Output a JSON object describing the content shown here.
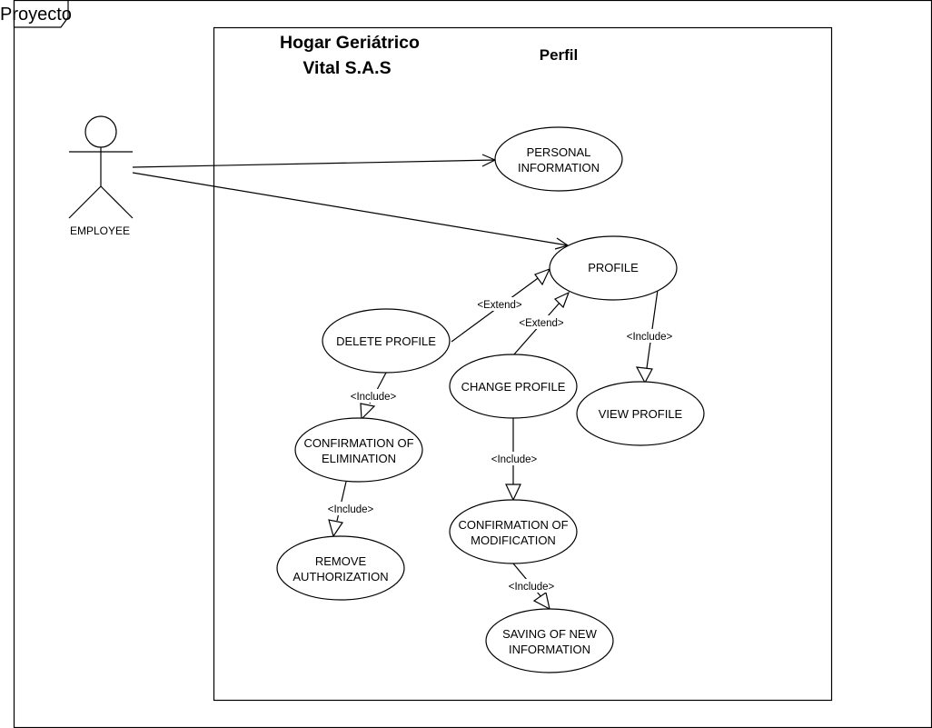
{
  "frame": {
    "label": "Proyecto"
  },
  "system": {
    "title_line1": "Hogar Geriátrico",
    "title_line2": "Vital S.A.S",
    "subtitle": "Perfil"
  },
  "actor": {
    "name": "EMPLOYEE"
  },
  "use_cases": {
    "personal_information": [
      "PERSONAL",
      "INFORMATION"
    ],
    "profile": [
      "PROFILE"
    ],
    "delete_profile": [
      "DELETE PROFILE"
    ],
    "change_profile": [
      "CHANGE PROFILE"
    ],
    "view_profile": [
      "VIEW PROFILE"
    ],
    "confirmation_elimination": [
      "CONFIRMATION OF",
      "ELIMINATION"
    ],
    "remove_authorization": [
      "REMOVE",
      "AUTHORIZATION"
    ],
    "confirmation_modification": [
      "CONFIRMATION OF",
      "MODIFICATION"
    ],
    "saving_new_information": [
      "SAVING OF NEW",
      "INFORMATION"
    ]
  },
  "relations": {
    "extend": "<Extend>",
    "include": "<Include>"
  }
}
